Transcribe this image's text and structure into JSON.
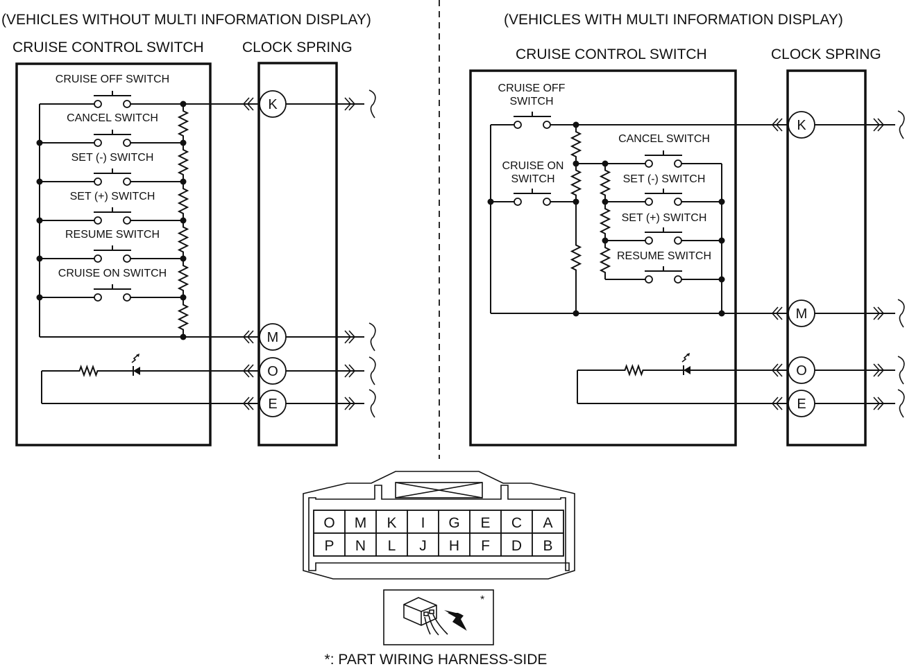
{
  "left_panel": {
    "title": "(VEHICLES WITHOUT MULTI INFORMATION DISPLAY)",
    "switch_block_label": "CRUISE CONTROL SWITCH",
    "clock_spring_label": "CLOCK SPRING",
    "switches": [
      "CRUISE OFF SWITCH",
      "CANCEL SWITCH",
      "SET (-) SWITCH",
      "SET (+) SWITCH",
      "RESUME SWITCH",
      "CRUISE ON SWITCH"
    ],
    "terminals": [
      "K",
      "M",
      "O",
      "E"
    ]
  },
  "right_panel": {
    "title": "(VEHICLES WITH MULTI INFORMATION DISPLAY)",
    "switch_block_label": "CRUISE CONTROL SWITCH",
    "clock_spring_label": "CLOCK SPRING",
    "switches": {
      "cruise_off": [
        "CRUISE OFF",
        "SWITCH"
      ],
      "cruise_on": [
        "CRUISE ON",
        "SWITCH"
      ],
      "cancel": "CANCEL SWITCH",
      "set_minus": "SET (-) SWITCH",
      "set_plus": "SET (+) SWITCH",
      "resume": "RESUME SWITCH"
    },
    "terminals": [
      "K",
      "M",
      "O",
      "E"
    ]
  },
  "connector": {
    "top_row": [
      "O",
      "M",
      "K",
      "I",
      "G",
      "E",
      "C",
      "A"
    ],
    "bottom_row": [
      "P",
      "N",
      "L",
      "J",
      "H",
      "F",
      "D",
      "B"
    ],
    "inset_mark": "*",
    "footnote": "*: PART WIRING HARNESS-SIDE"
  }
}
